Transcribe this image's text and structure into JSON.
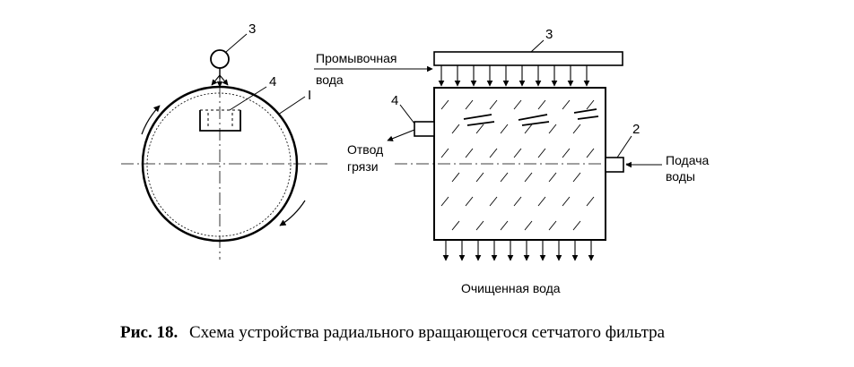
{
  "labels": {
    "left_nozzle": "3",
    "left_trough": "4",
    "left_drum": "I",
    "right_nozzle": "3",
    "right_outlet": "4",
    "right_inlet": "2",
    "wash_water_line1": "Промывочная",
    "wash_water_line2": "вода",
    "dirt_line1": "Отвод",
    "dirt_line2": "грязи",
    "supply_line1": "Подача",
    "supply_line2": "воды",
    "clean_water": "Очищенная вода"
  },
  "caption": {
    "prefix": "Рис. 18.",
    "text": "Схема устройства радиального вращающегося сетчатого фильтра"
  }
}
